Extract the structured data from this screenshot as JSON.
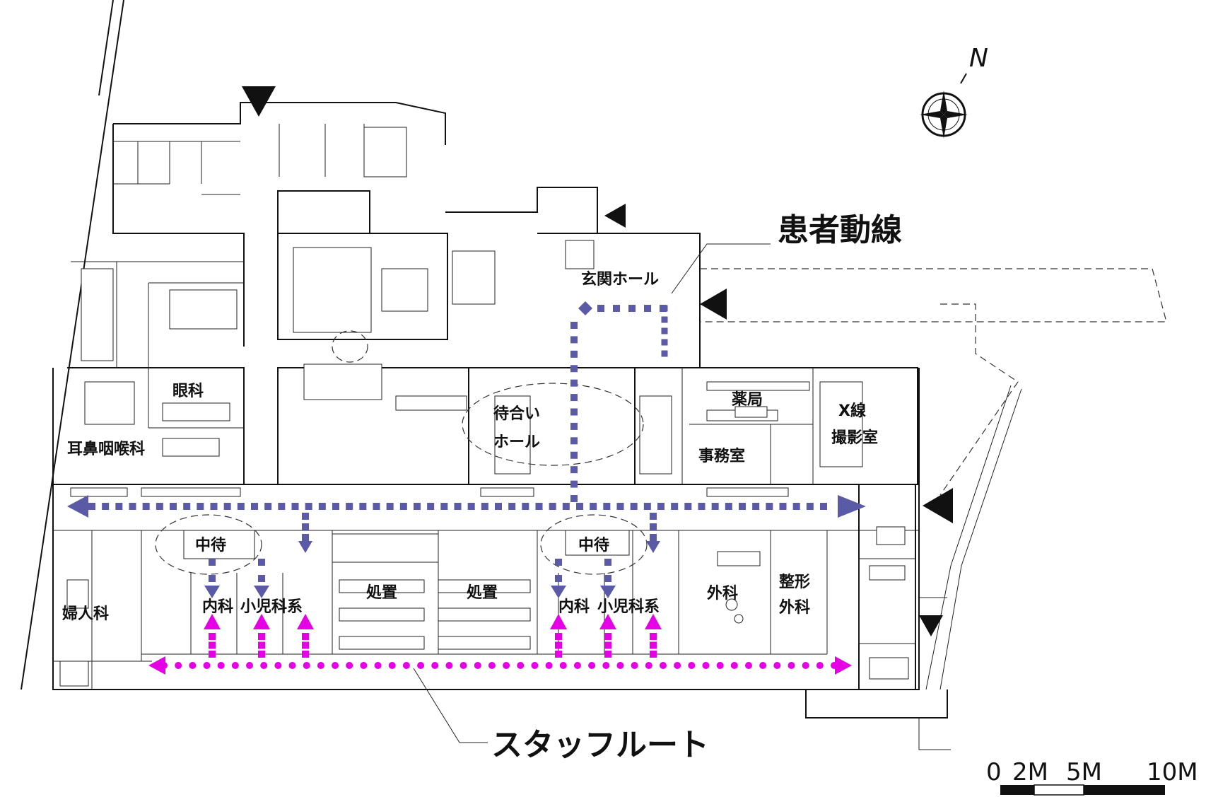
{
  "labels": {
    "entrance_hall": "玄関ホール",
    "ophthalmology": "眼科",
    "ent": "耳鼻咽喉科",
    "waiting_hall_1": "待合い",
    "waiting_hall_2": "ホール",
    "pharmacy": "薬局",
    "office": "事務室",
    "xray_1": "X線",
    "xray_2": "撮影室",
    "sub_waiting_left": "中待",
    "sub_waiting_right": "中待",
    "gynecology": "婦人科",
    "internal_left": "内科",
    "pediatrics_left": "小児科系",
    "treatment_left": "処置",
    "treatment_right": "処置",
    "internal_right": "内科",
    "pediatrics_right": "小児科系",
    "surgery": "外科",
    "ortho_1": "整形",
    "ortho_2": "外科"
  },
  "legend": {
    "patient_route": "患者動線",
    "staff_route": "スタッフルート"
  },
  "compass": {
    "north": "N"
  },
  "scale": {
    "labels": [
      "0",
      "2M",
      "5M",
      "10M"
    ]
  },
  "colors": {
    "patient_route": "#5a5aa6",
    "staff_route": "#e600e6",
    "wall": "#111111",
    "entrance_marker": "#111111"
  }
}
